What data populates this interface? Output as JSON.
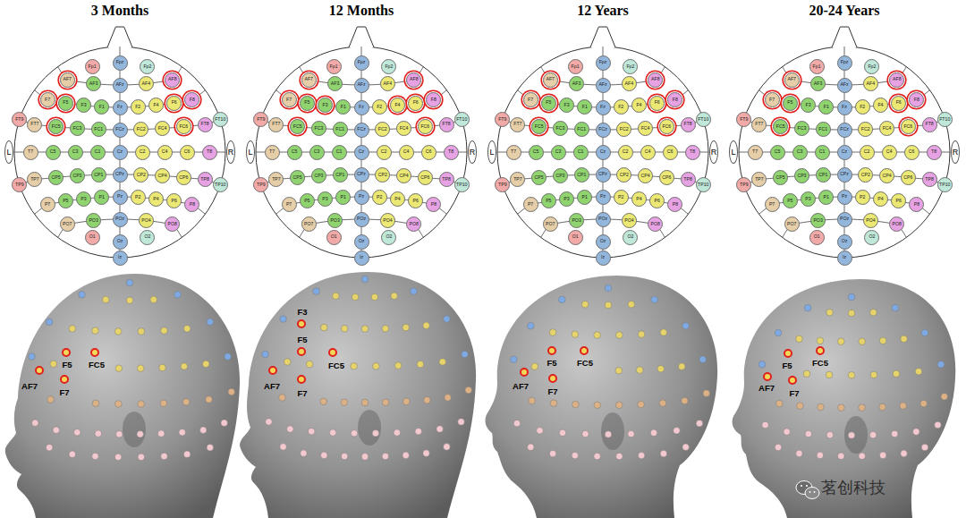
{
  "diagram": {
    "nodes": [
      {
        "text": [
          "Fp1"
        ]
      },
      {
        "text": [
          "Fpz"
        ]
      },
      {
        "text": [
          "Fp2"
        ]
      },
      {
        "text": [
          "AF7"
        ]
      },
      {
        "text": [
          "AF3"
        ]
      },
      {
        "text": [
          "AFz"
        ]
      },
      {
        "text": [
          "AF4"
        ]
      },
      {
        "text": [
          "AF8"
        ]
      },
      {
        "text": [
          "F7"
        ]
      },
      {
        "text": [
          "F5"
        ]
      },
      {
        "text": [
          "F3"
        ]
      },
      {
        "text": [
          "F1"
        ]
      },
      {
        "text": [
          "Fz"
        ]
      },
      {
        "text": [
          "F2"
        ]
      },
      {
        "text": [
          "F4"
        ]
      },
      {
        "text": [
          "F6"
        ]
      },
      {
        "text": [
          "F8"
        ]
      },
      {
        "text": [
          "FT9"
        ]
      },
      {
        "text": [
          "FT7"
        ]
      },
      {
        "text": [
          "FC5"
        ]
      },
      {
        "text": [
          "FC3"
        ]
      },
      {
        "text": [
          "FC1"
        ]
      },
      {
        "text": [
          "FCz"
        ]
      },
      {
        "text": [
          "FC2"
        ]
      },
      {
        "text": [
          "FC4"
        ]
      },
      {
        "text": [
          "FC6"
        ]
      },
      {
        "text": [
          "FT8"
        ]
      },
      {
        "text": [
          "FT10"
        ]
      },
      {
        "text": [
          "T7"
        ]
      },
      {
        "text": [
          "C5"
        ]
      },
      {
        "text": [
          "C3"
        ]
      },
      {
        "text": [
          "C1"
        ]
      },
      {
        "text": [
          "Cz"
        ]
      },
      {
        "text": [
          "C2"
        ]
      },
      {
        "text": [
          "C4"
        ]
      },
      {
        "text": [
          "C6"
        ]
      },
      {
        "text": [
          "T8"
        ]
      },
      {
        "text": [
          "TP9"
        ]
      },
      {
        "text": [
          "TP7"
        ]
      },
      {
        "text": [
          "CP5"
        ]
      },
      {
        "text": [
          "CP3"
        ]
      },
      {
        "text": [
          "CP1"
        ]
      },
      {
        "text": [
          "CPz"
        ]
      },
      {
        "text": [
          "CP2"
        ]
      },
      {
        "text": [
          "CP4"
        ]
      },
      {
        "text": [
          "CP6"
        ]
      },
      {
        "text": [
          "TP8"
        ]
      },
      {
        "text": [
          "TP10"
        ]
      },
      {
        "text": [
          "P7"
        ]
      },
      {
        "text": [
          "P5"
        ]
      },
      {
        "text": [
          "P3"
        ]
      },
      {
        "text": [
          "P1"
        ]
      },
      {
        "text": [
          "Pz"
        ]
      },
      {
        "text": [
          "P2"
        ]
      },
      {
        "text": [
          "P4"
        ]
      },
      {
        "text": [
          "P6"
        ]
      },
      {
        "text": [
          "P8"
        ]
      },
      {
        "text": [
          "PO7"
        ]
      },
      {
        "text": [
          "PO3"
        ]
      },
      {
        "text": [
          "POz"
        ]
      },
      {
        "text": [
          "PO4"
        ]
      },
      {
        "text": [
          "PO8"
        ]
      },
      {
        "text": [
          "O1"
        ]
      },
      {
        "text": [
          "Oz"
        ]
      },
      {
        "text": [
          "O2"
        ]
      },
      {
        "text": [
          "Iz"
        ]
      },
      {
        "text": [
          "L"
        ]
      },
      {
        "text": [
          "R"
        ]
      },
      {
        "text": [
          "Fp1"
        ]
      },
      {
        "text": [
          "Fpz"
        ]
      },
      {
        "text": [
          "Fp2"
        ]
      },
      {
        "text": [
          "AF7"
        ]
      },
      {
        "text": [
          "AF3"
        ]
      },
      {
        "text": [
          "AFz"
        ]
      },
      {
        "text": [
          "AF4"
        ]
      },
      {
        "text": [
          "AF8"
        ]
      },
      {
        "text": [
          "F7"
        ]
      },
      {
        "text": [
          "F5"
        ]
      },
      {
        "text": [
          "F3"
        ]
      },
      {
        "text": [
          "F1"
        ]
      },
      {
        "text": [
          "Fz"
        ]
      },
      {
        "text": [
          "F2"
        ]
      },
      {
        "text": [
          "F4"
        ]
      },
      {
        "text": [
          "F6"
        ]
      },
      {
        "text": [
          "F8"
        ]
      },
      {
        "text": [
          "FT9"
        ]
      },
      {
        "text": [
          "FT7"
        ]
      },
      {
        "text": [
          "FC5"
        ]
      },
      {
        "text": [
          "FC3"
        ]
      },
      {
        "text": [
          "FC1"
        ]
      },
      {
        "text": [
          "FCz"
        ]
      },
      {
        "text": [
          "FC2"
        ]
      },
      {
        "text": [
          "FC4"
        ]
      },
      {
        "text": [
          "FC6"
        ]
      },
      {
        "text": [
          "FT8"
        ]
      },
      {
        "text": [
          "FT10"
        ]
      },
      {
        "text": [
          "T7"
        ]
      },
      {
        "text": [
          "C5"
        ]
      },
      {
        "text": [
          "C3"
        ]
      },
      {
        "text": [
          "C1"
        ]
      },
      {
        "text": [
          "Cz"
        ]
      },
      {
        "text": [
          "C2"
        ]
      },
      {
        "text": [
          "C4"
        ]
      },
      {
        "text": [
          "C6"
        ]
      },
      {
        "text": [
          "T8"
        ]
      },
      {
        "text": [
          "TP9"
        ]
      },
      {
        "text": [
          "TP7"
        ]
      },
      {
        "text": [
          "CP5"
        ]
      },
      {
        "text": [
          "CP3"
        ]
      },
      {
        "text": [
          "CP1"
        ]
      },
      {
        "text": [
          "CPz"
        ]
      },
      {
        "text": [
          "CP2"
        ]
      },
      {
        "text": [
          "CP4"
        ]
      },
      {
        "text": [
          "CP6"
        ]
      },
      {
        "text": [
          "TP8"
        ]
      },
      {
        "text": [
          "TP10"
        ]
      },
      {
        "text": [
          "P7"
        ]
      },
      {
        "text": [
          "P5"
        ]
      },
      {
        "text": [
          "P3"
        ]
      },
      {
        "text": [
          "P1"
        ]
      },
      {
        "text": [
          "Pz"
        ]
      },
      {
        "text": [
          "P2"
        ]
      },
      {
        "text": [
          "P4"
        ]
      },
      {
        "text": [
          "P6"
        ]
      },
      {
        "text": [
          "P8"
        ]
      },
      {
        "text": [
          "PO7"
        ]
      },
      {
        "text": [
          "PO3"
        ]
      },
      {
        "text": [
          "POz"
        ]
      },
      {
        "text": [
          "PO4"
        ]
      },
      {
        "text": [
          "PO8"
        ]
      },
      {
        "text": [
          "O1"
        ]
      },
      {
        "text": [
          "Oz"
        ]
      },
      {
        "text": [
          "O2"
        ]
      },
      {
        "text": [
          "Iz"
        ]
      },
      {
        "text": [
          "L"
        ]
      },
      {
        "text": [
          "R"
        ]
      },
      {
        "text": [
          "Fp1"
        ]
      },
      {
        "text": [
          "Fpz"
        ]
      },
      {
        "text": [
          "Fp2"
        ]
      },
      {
        "text": [
          "AF7"
        ]
      },
      {
        "text": [
          "AF3"
        ]
      },
      {
        "text": [
          "AFz"
        ]
      },
      {
        "text": [
          "AF4"
        ]
      },
      {
        "text": [
          "AF8"
        ]
      },
      {
        "text": [
          "F7"
        ]
      },
      {
        "text": [
          "F5"
        ]
      },
      {
        "text": [
          "F3"
        ]
      },
      {
        "text": [
          "F1"
        ]
      },
      {
        "text": [
          "Fz"
        ]
      },
      {
        "text": [
          "F2"
        ]
      },
      {
        "text": [
          "F4"
        ]
      },
      {
        "text": [
          "F6"
        ]
      },
      {
        "text": [
          "F8"
        ]
      },
      {
        "text": [
          "FT9"
        ]
      },
      {
        "text": [
          "FT7"
        ]
      },
      {
        "text": [
          "FC5"
        ]
      },
      {
        "text": [
          "FC3"
        ]
      },
      {
        "text": [
          "FC1"
        ]
      },
      {
        "text": [
          "FCz"
        ]
      },
      {
        "text": [
          "FC2"
        ]
      },
      {
        "text": [
          "FC4"
        ]
      },
      {
        "text": [
          "FC6"
        ]
      },
      {
        "text": [
          "FT8"
        ]
      },
      {
        "text": [
          "FT10"
        ]
      },
      {
        "text": [
          "T7"
        ]
      },
      {
        "text": [
          "C5"
        ]
      },
      {
        "text": [
          "C3"
        ]
      },
      {
        "text": [
          "C1"
        ]
      },
      {
        "text": [
          "Cz"
        ]
      },
      {
        "text": [
          "C2"
        ]
      },
      {
        "text": [
          "C4"
        ]
      },
      {
        "text": [
          "C6"
        ]
      },
      {
        "text": [
          "T8"
        ]
      },
      {
        "text": [
          "TP9"
        ]
      },
      {
        "text": [
          "TP7"
        ]
      },
      {
        "text": [
          "CP5"
        ]
      },
      {
        "text": [
          "CP3"
        ]
      },
      {
        "text": [
          "CP1"
        ]
      },
      {
        "text": [
          "CPz"
        ]
      },
      {
        "text": [
          "CP2"
        ]
      },
      {
        "text": [
          "CP4"
        ]
      },
      {
        "text": [
          "CP6"
        ]
      },
      {
        "text": [
          "TP8"
        ]
      },
      {
        "text": [
          "TP10"
        ]
      },
      {
        "text": [
          "P7"
        ]
      },
      {
        "text": [
          "P5"
        ]
      },
      {
        "text": [
          "P3"
        ]
      },
      {
        "text": [
          "P1"
        ]
      },
      {
        "text": [
          "Pz"
        ]
      },
      {
        "text": [
          "P2"
        ]
      },
      {
        "text": [
          "P4"
        ]
      },
      {
        "text": [
          "P6"
        ]
      },
      {
        "text": [
          "P8"
        ]
      },
      {
        "text": [
          "PO7"
        ]
      },
      {
        "text": [
          "PO3"
        ]
      },
      {
        "text": [
          "POz"
        ]
      },
      {
        "text": [
          "PO4"
        ]
      },
      {
        "text": [
          "PO8"
        ]
      },
      {
        "text": [
          "O1"
        ]
      },
      {
        "text": [
          "Oz"
        ]
      },
      {
        "text": [
          "O2"
        ]
      },
      {
        "text": [
          "Iz"
        ]
      },
      {
        "text": [
          "L"
        ]
      },
      {
        "text": [
          "R"
        ]
      },
      {
        "text": [
          "Fp1"
        ]
      },
      {
        "text": [
          "Fpz"
        ]
      },
      {
        "text": [
          "Fp2"
        ]
      },
      {
        "text": [
          "AF7"
        ]
      },
      {
        "text": [
          "AF3"
        ]
      },
      {
        "text": [
          "AFz"
        ]
      },
      {
        "text": [
          "AF4"
        ]
      },
      {
        "text": [
          "AF8"
        ]
      },
      {
        "text": [
          "F7"
        ]
      },
      {
        "text": [
          "F5"
        ]
      },
      {
        "text": [
          "F3"
        ]
      },
      {
        "text": [
          "F1"
        ]
      },
      {
        "text": [
          "Fz"
        ]
      },
      {
        "text": [
          "F2"
        ]
      },
      {
        "text": [
          "F4"
        ]
      },
      {
        "text": [
          "F6"
        ]
      },
      {
        "text": [
          "F8"
        ]
      },
      {
        "text": [
          "FT9"
        ]
      },
      {
        "text": [
          "FT7"
        ]
      },
      {
        "text": [
          "FC5"
        ]
      },
      {
        "text": [
          "FC3"
        ]
      },
      {
        "text": [
          "FC1"
        ]
      },
      {
        "text": [
          "FCz"
        ]
      },
      {
        "text": [
          "FC2"
        ]
      },
      {
        "text": [
          "FC4"
        ]
      },
      {
        "text": [
          "FC6"
        ]
      },
      {
        "text": [
          "FT8"
        ]
      },
      {
        "text": [
          "FT10"
        ]
      },
      {
        "text": [
          "T7"
        ]
      },
      {
        "text": [
          "C5"
        ]
      },
      {
        "text": [
          "C3"
        ]
      },
      {
        "text": [
          "C1"
        ]
      },
      {
        "text": [
          "Cz"
        ]
      },
      {
        "text": [
          "C2"
        ]
      },
      {
        "text": [
          "C4"
        ]
      },
      {
        "text": [
          "C6"
        ]
      },
      {
        "text": [
          "T8"
        ]
      },
      {
        "text": [
          "TP9"
        ]
      },
      {
        "text": [
          "TP7"
        ]
      },
      {
        "text": [
          "CP5"
        ]
      },
      {
        "text": [
          "CP3"
        ]
      },
      {
        "text": [
          "CP1"
        ]
      },
      {
        "text": [
          "CPz"
        ]
      },
      {
        "text": [
          "CP2"
        ]
      },
      {
        "text": [
          "CP4"
        ]
      },
      {
        "text": [
          "CP6"
        ]
      },
      {
        "text": [
          "TP8"
        ]
      },
      {
        "text": [
          "TP10"
        ]
      },
      {
        "text": [
          "P7"
        ]
      },
      {
        "text": [
          "P5"
        ]
      },
      {
        "text": [
          "P3"
        ]
      },
      {
        "text": [
          "P1"
        ]
      },
      {
        "text": [
          "Pz"
        ]
      },
      {
        "text": [
          "P2"
        ]
      },
      {
        "text": [
          "P4"
        ]
      },
      {
        "text": [
          "P6"
        ]
      },
      {
        "text": [
          "P8"
        ]
      },
      {
        "text": [
          "PO7"
        ]
      },
      {
        "text": [
          "PO3"
        ]
      },
      {
        "text": [
          "POz"
        ]
      },
      {
        "text": [
          "PO4"
        ]
      },
      {
        "text": [
          "PO8"
        ]
      },
      {
        "text": [
          "O1"
        ]
      },
      {
        "text": [
          "Oz"
        ]
      },
      {
        "text": [
          "O2"
        ]
      },
      {
        "text": [
          "Iz"
        ]
      },
      {
        "text": [
          "L"
        ]
      },
      {
        "text": [
          "R"
        ]
      },
      {
        "text": [
          "F5"
        ]
      },
      {
        "text": [
          "FC5"
        ]
      },
      {
        "text": [
          "AF7"
        ]
      },
      {
        "text": [
          "F7"
        ]
      },
      {
        "text": [
          "F3"
        ]
      },
      {
        "text": [
          "F5"
        ]
      },
      {
        "text": [
          "FC5"
        ]
      },
      {
        "text": [
          "AF7"
        ]
      },
      {
        "text": [
          "F7"
        ]
      },
      {
        "text": [
          "F5"
        ]
      },
      {
        "text": [
          "FC5"
        ]
      },
      {
        "text": [
          "AF7"
        ]
      },
      {
        "text": [
          "F7"
        ]
      },
      {
        "text": [
          "F5"
        ]
      },
      {
        "text": [
          "FC5"
        ]
      },
      {
        "text": [
          "AF7"
        ]
      },
      {
        "text": [
          "F7"
        ]
      }
    ],
    "labels": [
      "3 Months",
      "12 Months",
      "12 Years",
      "20-24 Years",
      "茗创科技"
    ]
  }
}
